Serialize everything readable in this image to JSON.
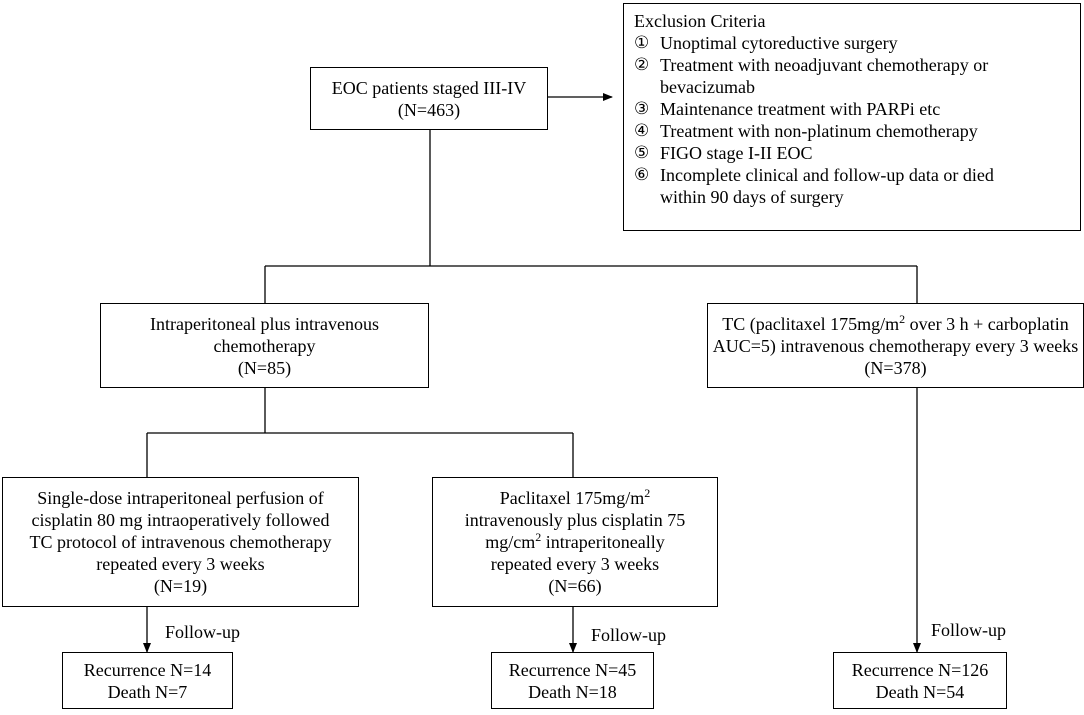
{
  "start": {
    "line1": "EOC patients staged III-IV",
    "line2": "(N=463)"
  },
  "exclusion": {
    "title": "Exclusion Criteria",
    "items": [
      {
        "num": "①",
        "lines": [
          "Unoptimal cytoreductive surgery"
        ]
      },
      {
        "num": "②",
        "lines": [
          "Treatment with neoadjuvant chemotherapy or",
          "bevacizumab"
        ]
      },
      {
        "num": "③",
        "lines": [
          "Maintenance treatment with PARPi etc"
        ]
      },
      {
        "num": "④",
        "lines": [
          "Treatment with non-platinum chemotherapy"
        ]
      },
      {
        "num": "⑤",
        "lines": [
          "FIGO stage I-II EOC"
        ]
      },
      {
        "num": "⑥",
        "lines": [
          "Incomplete clinical and follow-up data  or died",
          "within 90 days of surgery"
        ]
      }
    ]
  },
  "ip_iv": {
    "line1": "Intraperitoneal plus intravenous",
    "line2": "chemotherapy",
    "line3": "(N=85)"
  },
  "tc": {
    "line1_pre": "TC (paclitaxel 175mg/m",
    "line1_sup": "2",
    "line1_post": " over 3 h + carboplatin",
    "line2": "AUC=5) intravenous chemotherapy every 3 weeks",
    "line3": "(N=378)"
  },
  "single_dose": {
    "line1": "Single-dose intraperitoneal perfusion of",
    "line2": "cisplatin 80 mg intraoperatively followed",
    "line3": "TC protocol of intravenous chemotherapy",
    "line4": "repeated every 3 weeks",
    "line5": "(N=19)"
  },
  "paclitaxel": {
    "line1_pre": "Paclitaxel 175mg/m",
    "line1_sup": "2",
    "line2": "intravenously plus cisplatin 75",
    "line3_pre": "mg/cm",
    "line3_sup": "2",
    "line3_post": " intraperitoneally",
    "line4": "repeated every 3 weeks",
    "line5": "(N=66)"
  },
  "follow_up_label": "Follow-up",
  "outcomes": [
    {
      "recurrence": "Recurrence N=14",
      "death": "Death N=7"
    },
    {
      "recurrence": "Recurrence N=45",
      "death": "Death N=18"
    },
    {
      "recurrence": "Recurrence N=126",
      "death": "Death N=54"
    }
  ]
}
